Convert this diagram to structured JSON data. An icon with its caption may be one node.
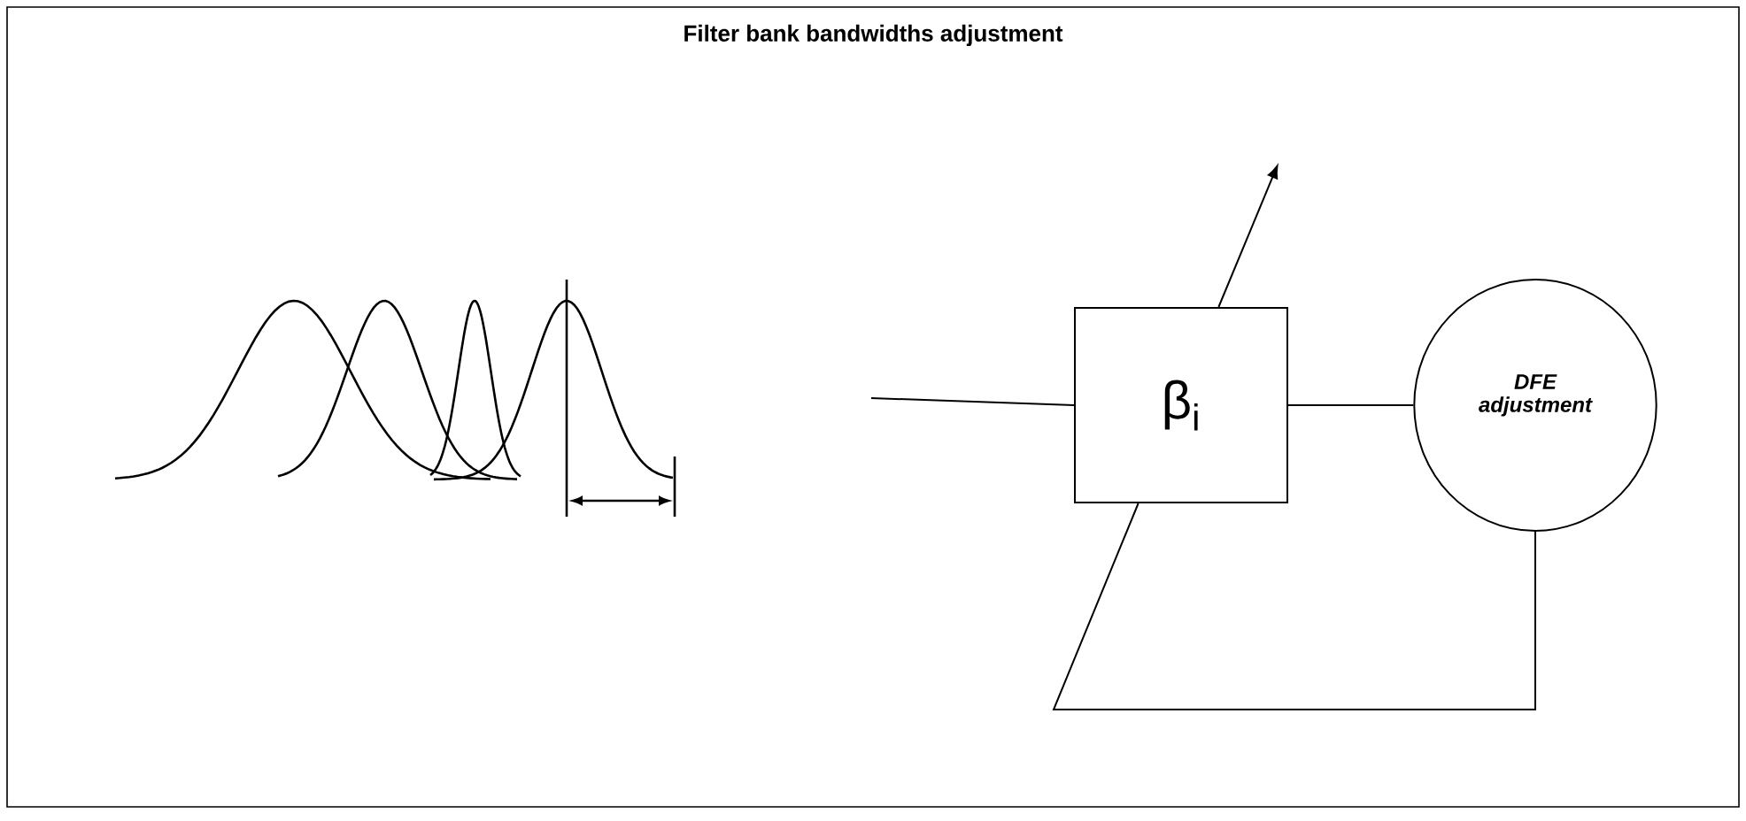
{
  "diagram": {
    "title": "Filter bank bandwidths adjustment",
    "nodes": [
      {
        "text": [
          "β$_{i}$"
        ]
      },
      {
        "text": [
          "DFE adjustment"
        ]
      }
    ],
    "edges": [
      {
        "from": null,
        "to": 0,
        "arrow": "none"
      },
      {
        "from": 0,
        "to": 1,
        "arrow": "none"
      },
      {
        "from": 1,
        "to": 0,
        "arrow": "none"
      },
      {
        "from": 0,
        "to": null,
        "arrow": "to"
      }
    ]
  }
}
